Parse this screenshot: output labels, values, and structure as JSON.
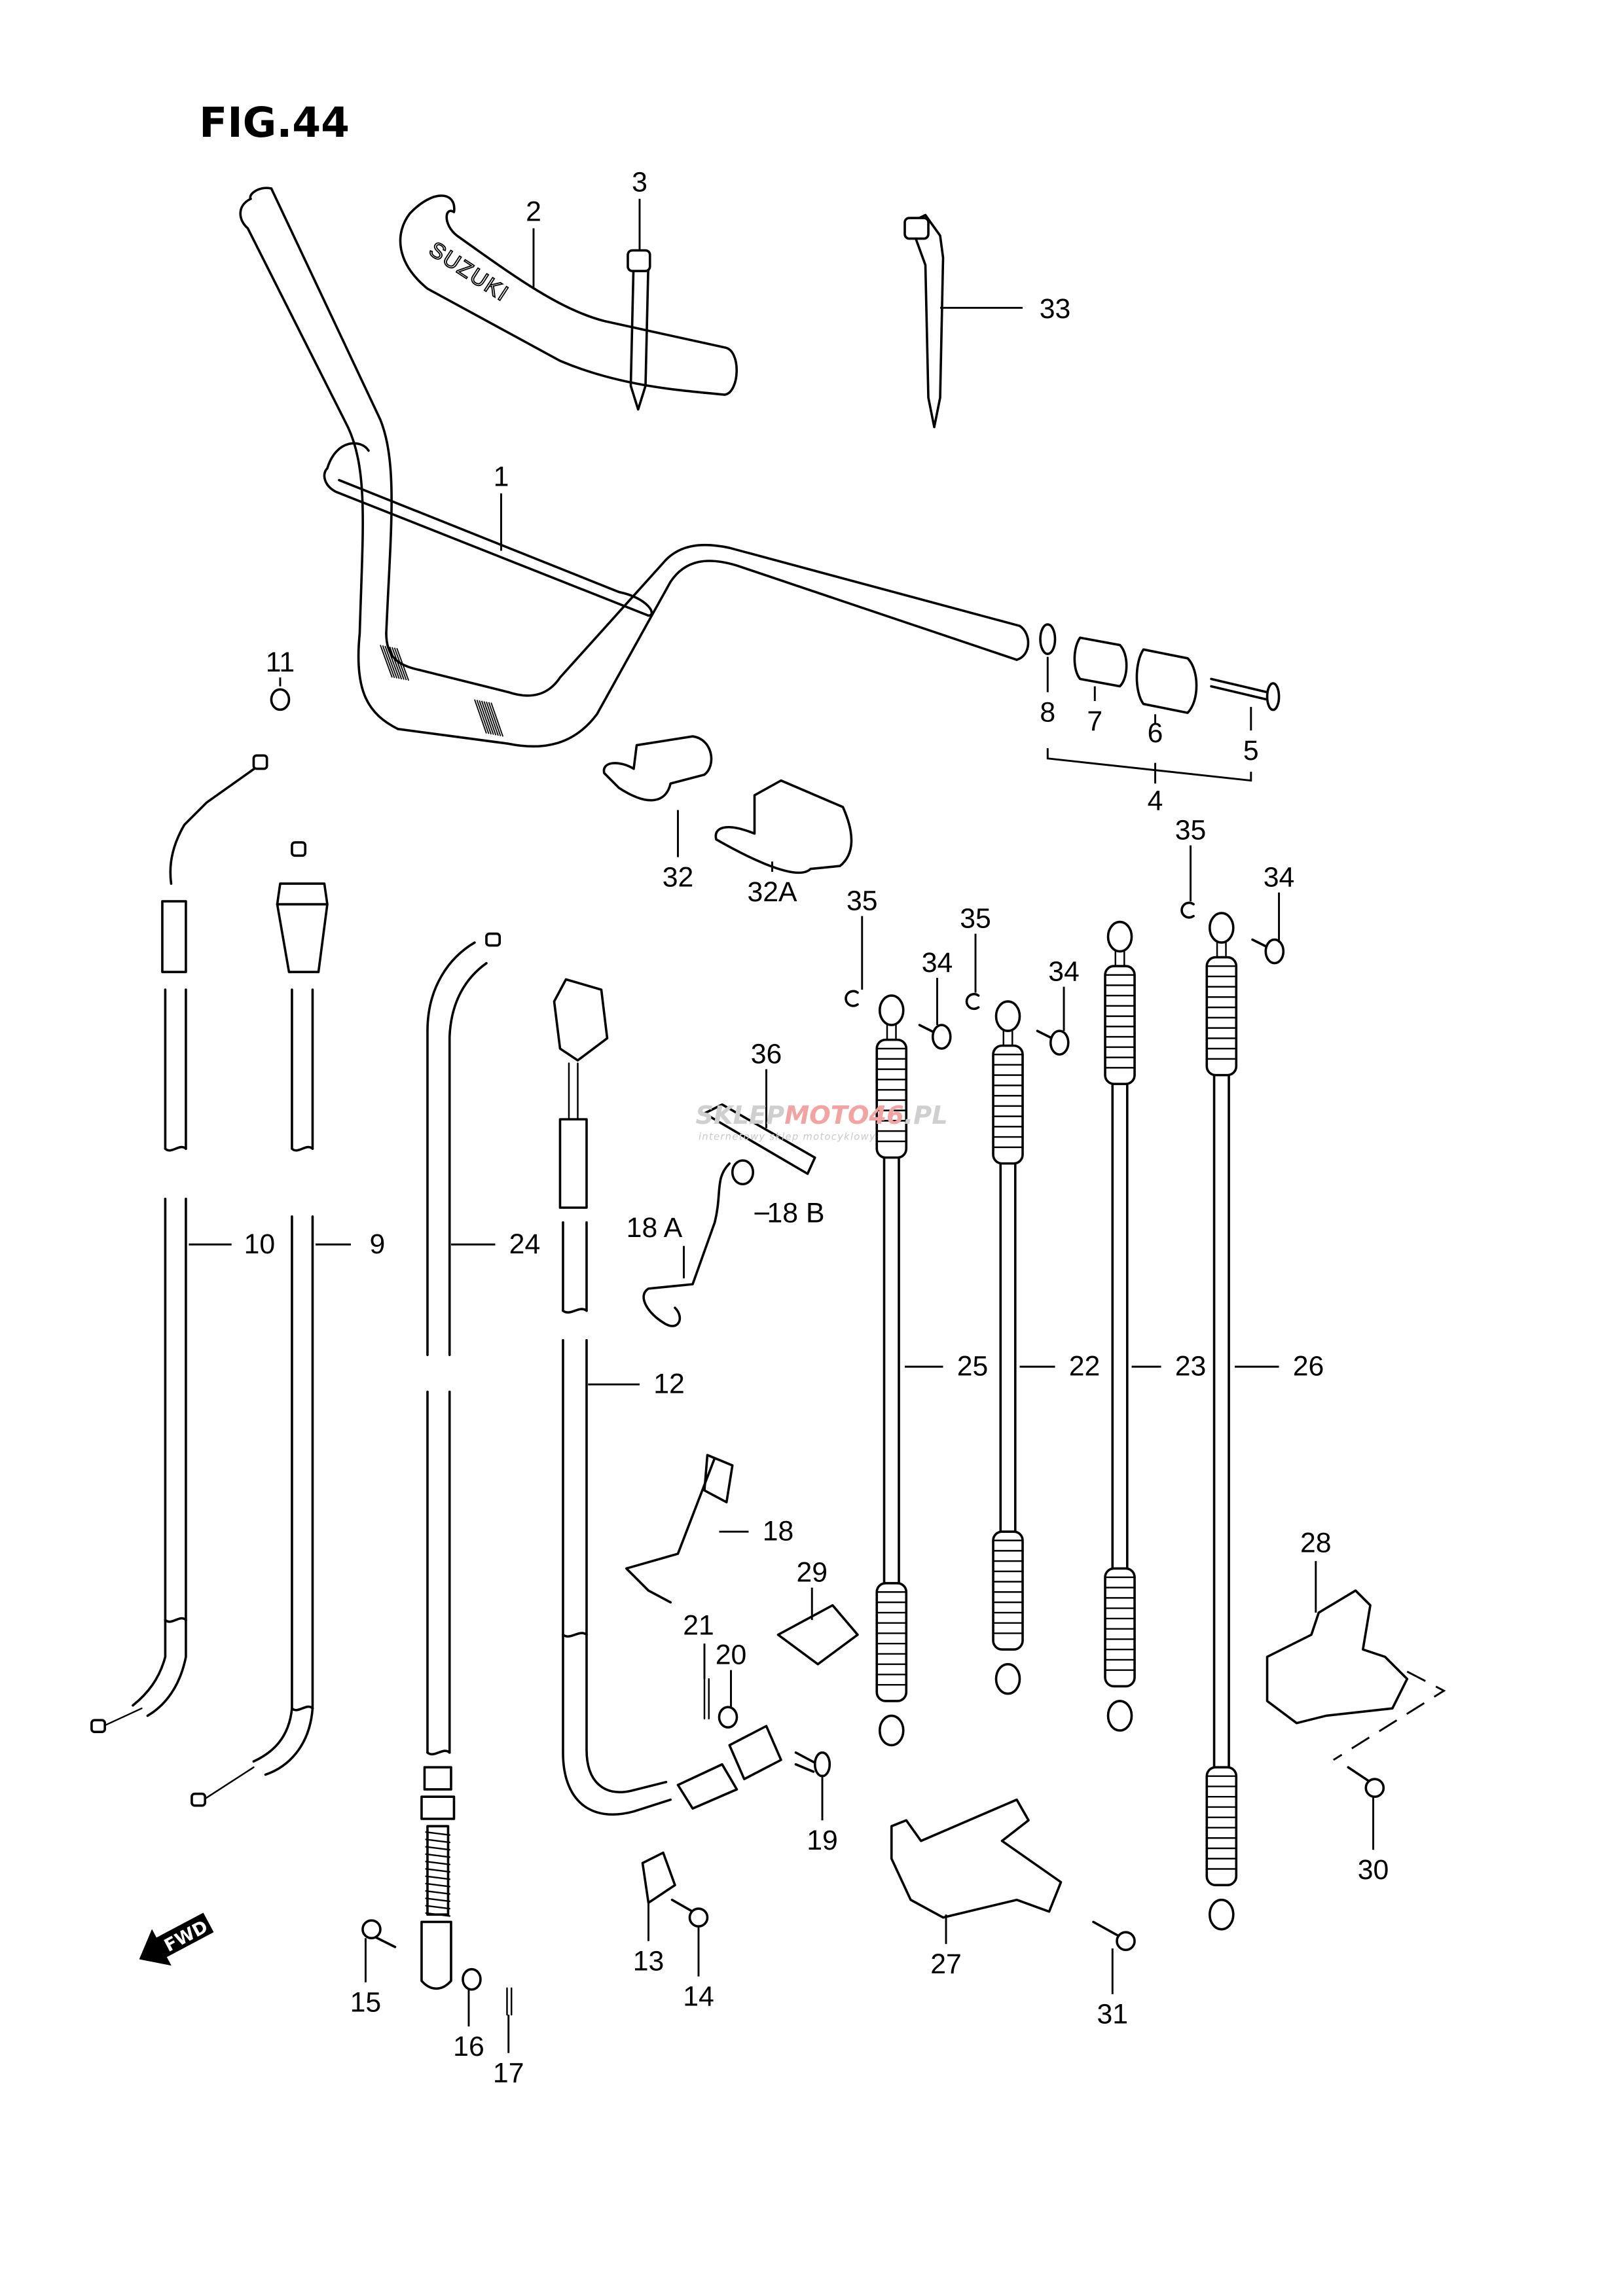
{
  "figure": {
    "title": "FIG.44",
    "brand_text": "SUZUKI",
    "direction_marker": "FWD"
  },
  "watermark": {
    "prefix": "SKLEP",
    "highlight": "MOTO46",
    "suffix": ".PL",
    "tagline": "internetowy sklep motocyklowy",
    "highlight_color": "#f4a3a3",
    "base_color": "#cfcfcf"
  },
  "callouts": [
    {
      "ref": "1",
      "part": "handlebar"
    },
    {
      "ref": "2",
      "part": "handlebar-pad"
    },
    {
      "ref": "3",
      "part": "cable-tie"
    },
    {
      "ref": "4",
      "part": "balancer-set"
    },
    {
      "ref": "5",
      "part": "screw"
    },
    {
      "ref": "6",
      "part": "balancer-weight"
    },
    {
      "ref": "7",
      "part": "balancer-weight-inner"
    },
    {
      "ref": "8",
      "part": "washer"
    },
    {
      "ref": "9",
      "part": "throttle-cable-2"
    },
    {
      "ref": "10",
      "part": "throttle-cable-1"
    },
    {
      "ref": "11",
      "part": "nut"
    },
    {
      "ref": "12",
      "part": "rear-brake-cable"
    },
    {
      "ref": "13",
      "part": "cable-clamp"
    },
    {
      "ref": "14",
      "part": "bolt"
    },
    {
      "ref": "15",
      "part": "pin"
    },
    {
      "ref": "16",
      "part": "washer"
    },
    {
      "ref": "17",
      "part": "cotter-pin"
    },
    {
      "ref": "18",
      "part": "spring"
    },
    {
      "ref": "18 A",
      "part": "spring-a"
    },
    {
      "ref": "18 B",
      "part": "washer-b"
    },
    {
      "ref": "19",
      "part": "pin"
    },
    {
      "ref": "20",
      "part": "washer"
    },
    {
      "ref": "21",
      "part": "cotter-pin"
    },
    {
      "ref": "22",
      "part": "gear-shift-cable"
    },
    {
      "ref": "23",
      "part": "gear-shift-cable"
    },
    {
      "ref": "24",
      "part": "front-brake-cable"
    },
    {
      "ref": "25",
      "part": "select-cable"
    },
    {
      "ref": "26",
      "part": "select-cable"
    },
    {
      "ref": "27",
      "part": "cable-bracket"
    },
    {
      "ref": "28",
      "part": "cable-bracket"
    },
    {
      "ref": "29",
      "part": "cable-clamp"
    },
    {
      "ref": "30",
      "part": "bolt"
    },
    {
      "ref": "31",
      "part": "bolt"
    },
    {
      "ref": "32",
      "part": "holder"
    },
    {
      "ref": "32A",
      "part": "holder"
    },
    {
      "ref": "33",
      "part": "cable-tie"
    },
    {
      "ref": "34",
      "part": "pin"
    },
    {
      "ref": "35",
      "part": "e-ring"
    },
    {
      "ref": "36",
      "part": "guide"
    }
  ]
}
